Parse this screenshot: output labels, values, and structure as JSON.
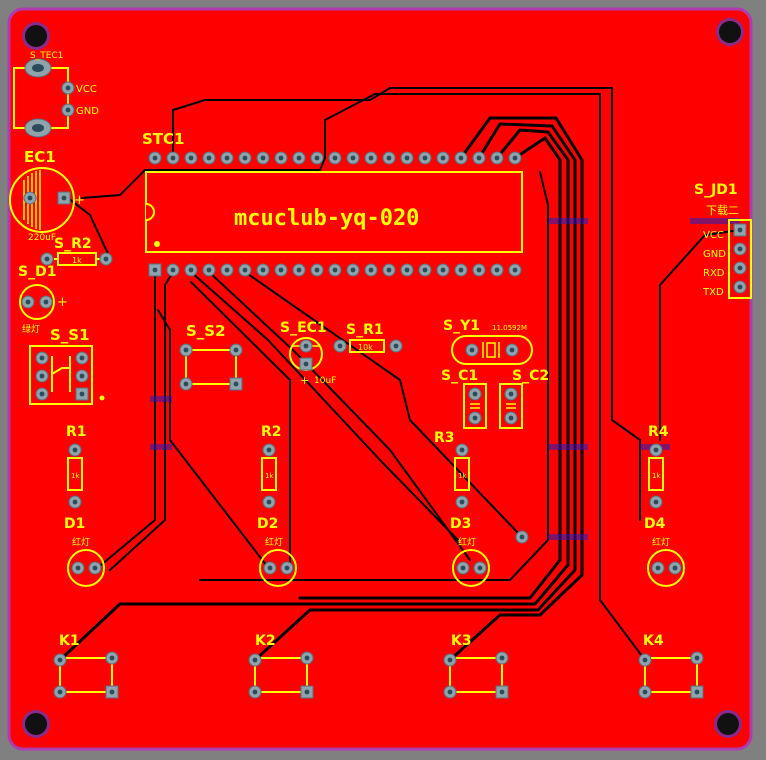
{
  "board": {
    "silkscreen_title": "mcuclub-yq-020",
    "colors": {
      "board": "#ff0000",
      "silkscreen": "#ffff00",
      "trace": "#000000",
      "pad": "#8fa3ad",
      "background": "#808080"
    }
  },
  "components": {
    "s_tec1": {
      "ref": "S_TEC1",
      "vcc": "VCC",
      "gnd": "GND"
    },
    "ec1": {
      "ref": "EC1",
      "value": "220uF",
      "plus": "+"
    },
    "s_r2": {
      "ref": "S_R2",
      "value": "1k"
    },
    "s_d1": {
      "ref": "S_D1",
      "value": "绿灯",
      "plus": "+"
    },
    "s_s1": {
      "ref": "S_S1"
    },
    "stc1": {
      "ref": "STC1"
    },
    "s_s2": {
      "ref": "S_S2"
    },
    "s_ec1": {
      "ref": "S_EC1",
      "value": "10uF",
      "plus": "+"
    },
    "s_r1": {
      "ref": "S_R1",
      "value": "10k"
    },
    "s_y1": {
      "ref": "S_Y1",
      "value": "11.0592M"
    },
    "s_c1": {
      "ref": "S_C1"
    },
    "s_c2": {
      "ref": "S_C2"
    },
    "s_jd1": {
      "ref": "S_JD1",
      "sub": "下载二",
      "pins": [
        "VCC",
        "GND",
        "RXD",
        "TXD"
      ]
    },
    "r1": {
      "ref": "R1",
      "value": "1k"
    },
    "r2": {
      "ref": "R2",
      "value": "1k"
    },
    "r3": {
      "ref": "R3",
      "value": "1k"
    },
    "r4": {
      "ref": "R4",
      "value": "1k"
    },
    "d1": {
      "ref": "D1",
      "value": "红灯"
    },
    "d2": {
      "ref": "D2",
      "value": "红灯"
    },
    "d3": {
      "ref": "D3",
      "value": "红灯"
    },
    "d4": {
      "ref": "D4",
      "value": "红灯"
    },
    "k1": {
      "ref": "K1"
    },
    "k2": {
      "ref": "K2"
    },
    "k3": {
      "ref": "K3"
    },
    "k4": {
      "ref": "K4"
    }
  }
}
